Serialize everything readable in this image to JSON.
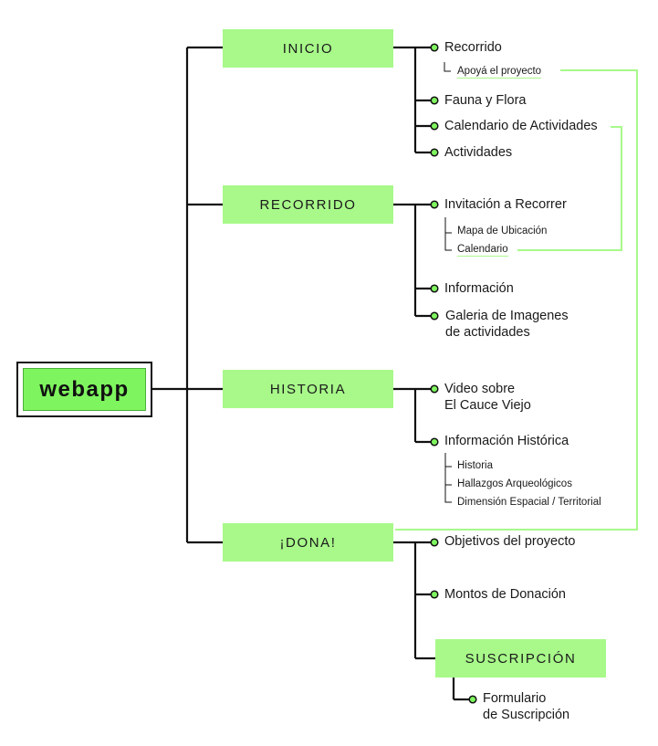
{
  "root": {
    "label": "webapp"
  },
  "sections": [
    {
      "label": "INICIO",
      "items": [
        {
          "label": "Recorrido",
          "subs": [
            "Apoyá el proyecto"
          ]
        },
        {
          "label": "Fauna y Flora"
        },
        {
          "label": "Calendario de Actividades"
        },
        {
          "label": "Actividades"
        }
      ]
    },
    {
      "label": "RECORRIDO",
      "items": [
        {
          "label": "Invitación a Recorrer",
          "subs": [
            "Mapa de Ubicación",
            "Calendario"
          ]
        },
        {
          "label": "Información"
        },
        {
          "label": "Galeria de Imagenes\nde actividades"
        }
      ]
    },
    {
      "label": "HISTORIA",
      "items": [
        {
          "label": "Video sobre\nEl Cauce Viejo"
        },
        {
          "label": "Información Histórica",
          "subs": [
            "Historia",
            "Hallazgos Arqueológicos",
            "Dimensión Espacial / Territorial"
          ]
        }
      ]
    },
    {
      "label": "¡DONA!",
      "items": [
        {
          "label": "Objetivos del proyecto"
        },
        {
          "label": "Montos de Donación"
        }
      ],
      "child_box": {
        "label": "SUSCRIPCIÓN",
        "items": [
          "Formulario\nde Suscripción"
        ]
      }
    }
  ],
  "colors": {
    "node_fill": "#a8f98a",
    "root_fill": "#7ef55e",
    "line": "#111111",
    "dot": "#7ef55e"
  }
}
